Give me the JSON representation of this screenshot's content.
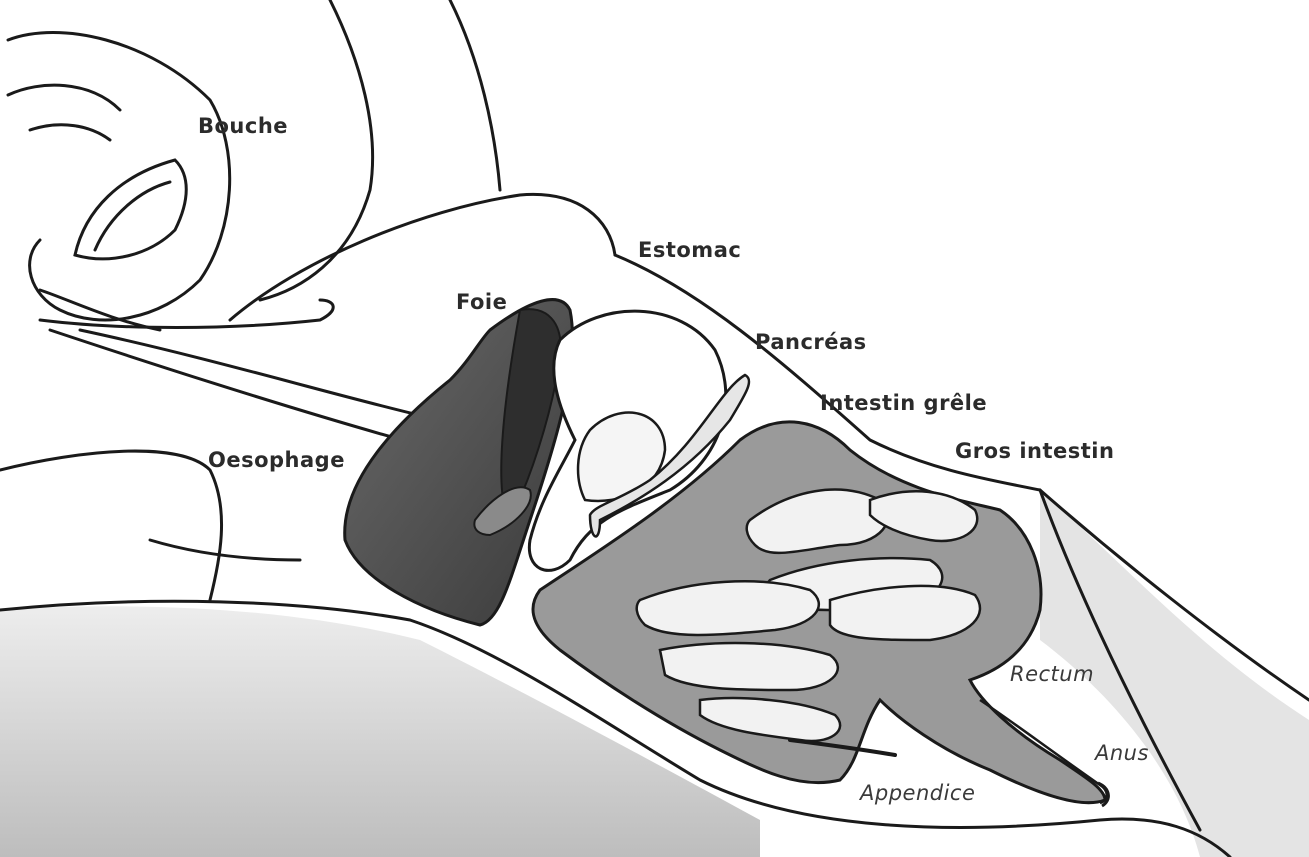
{
  "labels": {
    "bouche": "Bouche",
    "estomac": "Estomac",
    "foie": "Foie",
    "pancreas": "Pancréas",
    "intestin_grele": "Intestin grêle",
    "oesophage": "Oesophage",
    "gros_intestin": "Gros intestin",
    "rectum": "Rectum",
    "anus": "Anus",
    "appendice": "Appendice"
  },
  "colors": {
    "outline": "#1a1a1a",
    "liver": "#4a4a4a",
    "liver_dark": "#2e2e2e",
    "colon": "#9a9a9a",
    "small_intestine": "#f2f2f2",
    "stomach": "#ffffff",
    "pancreas": "#e6e6e6",
    "shadow": "#bdbdbd",
    "text": "#2b2b2b"
  }
}
